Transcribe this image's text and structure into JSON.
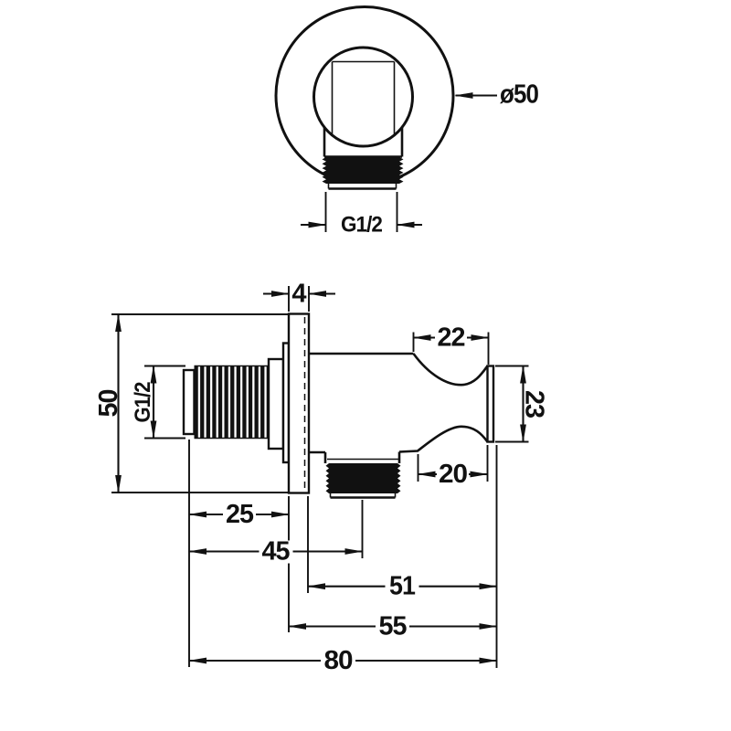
{
  "colors": {
    "ink": "#111111",
    "paper": "#ffffff"
  },
  "views": {
    "front": {
      "dims": {
        "outer_diameter": "ø50",
        "thread": "G1/2"
      }
    },
    "side": {
      "dims": {
        "plate_thickness": "4",
        "plate_diameter": "50",
        "inlet_thread": "G1/2",
        "holder_top": "22",
        "holder_face": "23",
        "holder_bottom": "20",
        "inlet_length": "25",
        "outlet_offset": "45",
        "depth_from_wall": "51",
        "depth_total": "55",
        "length_total": "80"
      }
    }
  }
}
